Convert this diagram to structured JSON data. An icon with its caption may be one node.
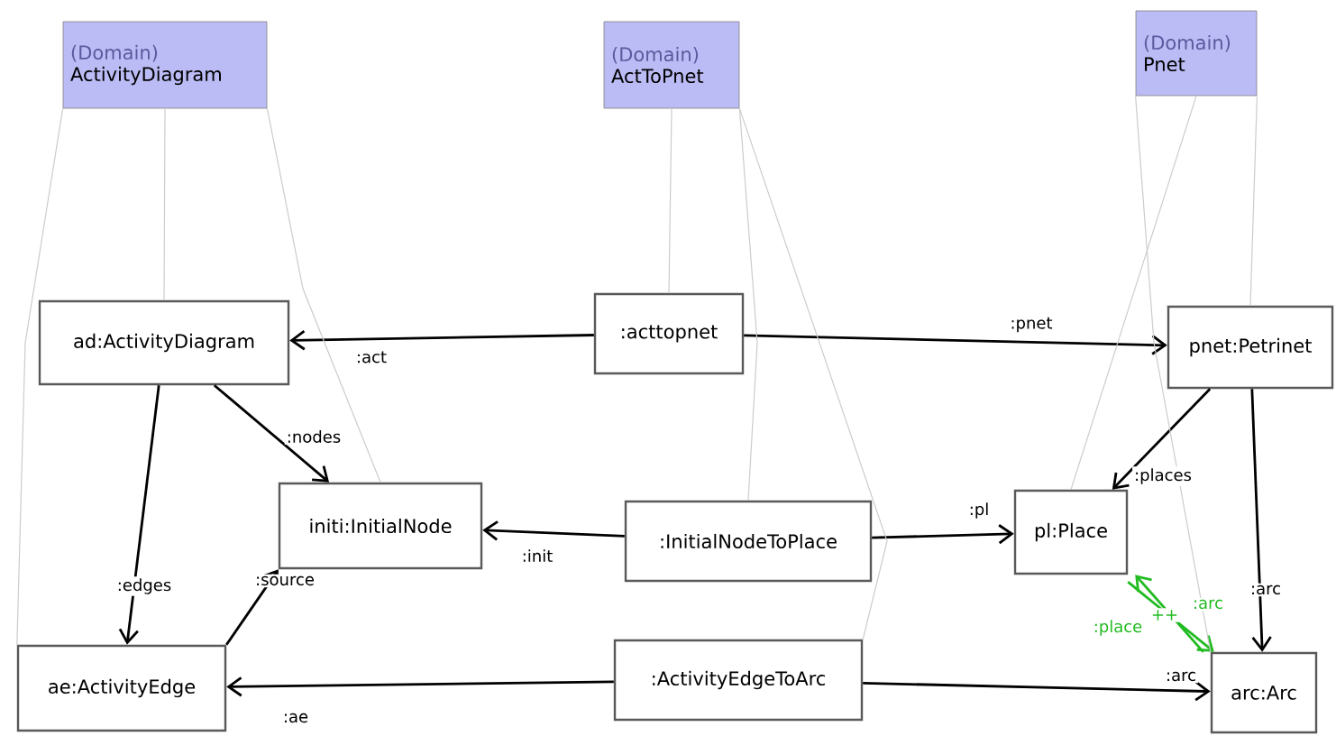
{
  "diagram": {
    "nodes": [
      {
        "text": [
          "(Domain)",
          "ActivityDiagram"
        ]
      },
      {
        "text": [
          "(Domain)",
          "ActToPnet"
        ]
      },
      {
        "text": [
          "(Domain)",
          "Pnet"
        ]
      },
      {
        "text": [
          "ad:ActivityDiagram"
        ]
      },
      {
        "text": [
          ":acttopnet"
        ]
      },
      {
        "text": [
          "pnet:Petrinet"
        ]
      },
      {
        "text": [
          "initi:InitialNode"
        ]
      },
      {
        "text": [
          ":InitialNodeToPlace"
        ]
      },
      {
        "text": [
          "pl:Place"
        ]
      },
      {
        "text": [
          "ae:ActivityEdge"
        ]
      },
      {
        "text": [
          ":ActivityEdgeToArc"
        ]
      },
      {
        "text": [
          "arc:Arc"
        ]
      }
    ],
    "edges": [
      {
        "from": 4,
        "to": 3,
        "arrow": "to",
        "label": ":act"
      },
      {
        "from": 4,
        "to": 5,
        "arrow": "to",
        "label": ":pnet"
      },
      {
        "from": 3,
        "to": 6,
        "arrow": "to",
        "label": ":nodes"
      },
      {
        "from": 3,
        "to": 9,
        "arrow": "to",
        "label": ":edges"
      },
      {
        "from": 9,
        "to": 6,
        "arrow": "to",
        "label": ":source"
      },
      {
        "from": 7,
        "to": 6,
        "arrow": "to",
        "label": ":init"
      },
      {
        "from": 7,
        "to": 8,
        "arrow": "to",
        "label": ":pl"
      },
      {
        "from": 5,
        "to": 8,
        "arrow": "to",
        "label": ":places"
      },
      {
        "from": 5,
        "to": 11,
        "arrow": "to",
        "label": ":arc"
      },
      {
        "from": 10,
        "to": 9,
        "arrow": "to",
        "label": ":ae"
      },
      {
        "from": 10,
        "to": 11,
        "arrow": "to",
        "label": ":arc"
      },
      {
        "from": 8,
        "to": 11,
        "arrow": "to",
        "label": ":arc",
        "color": "#22bb22"
      },
      {
        "from": 11,
        "to": 8,
        "arrow": "to",
        "label": ":place",
        "color": "#22bb22"
      },
      {
        "from": 0,
        "to": 3,
        "arrow": "none",
        "color": "#cccccc"
      },
      {
        "from": 0,
        "to": 6,
        "arrow": "none",
        "color": "#cccccc"
      },
      {
        "from": 0,
        "to": 9,
        "arrow": "none",
        "color": "#cccccc"
      },
      {
        "from": 1,
        "to": 4,
        "arrow": "none",
        "color": "#cccccc"
      },
      {
        "from": 1,
        "to": 7,
        "arrow": "none",
        "color": "#cccccc"
      },
      {
        "from": 1,
        "to": 10,
        "arrow": "none",
        "color": "#cccccc"
      },
      {
        "from": 2,
        "to": 5,
        "arrow": "none",
        "color": "#cccccc"
      },
      {
        "from": 2,
        "to": 8,
        "arrow": "none",
        "color": "#cccccc"
      },
      {
        "from": 2,
        "to": 11,
        "arrow": "none",
        "color": "#cccccc"
      }
    ],
    "labels": [
      "++"
    ]
  }
}
